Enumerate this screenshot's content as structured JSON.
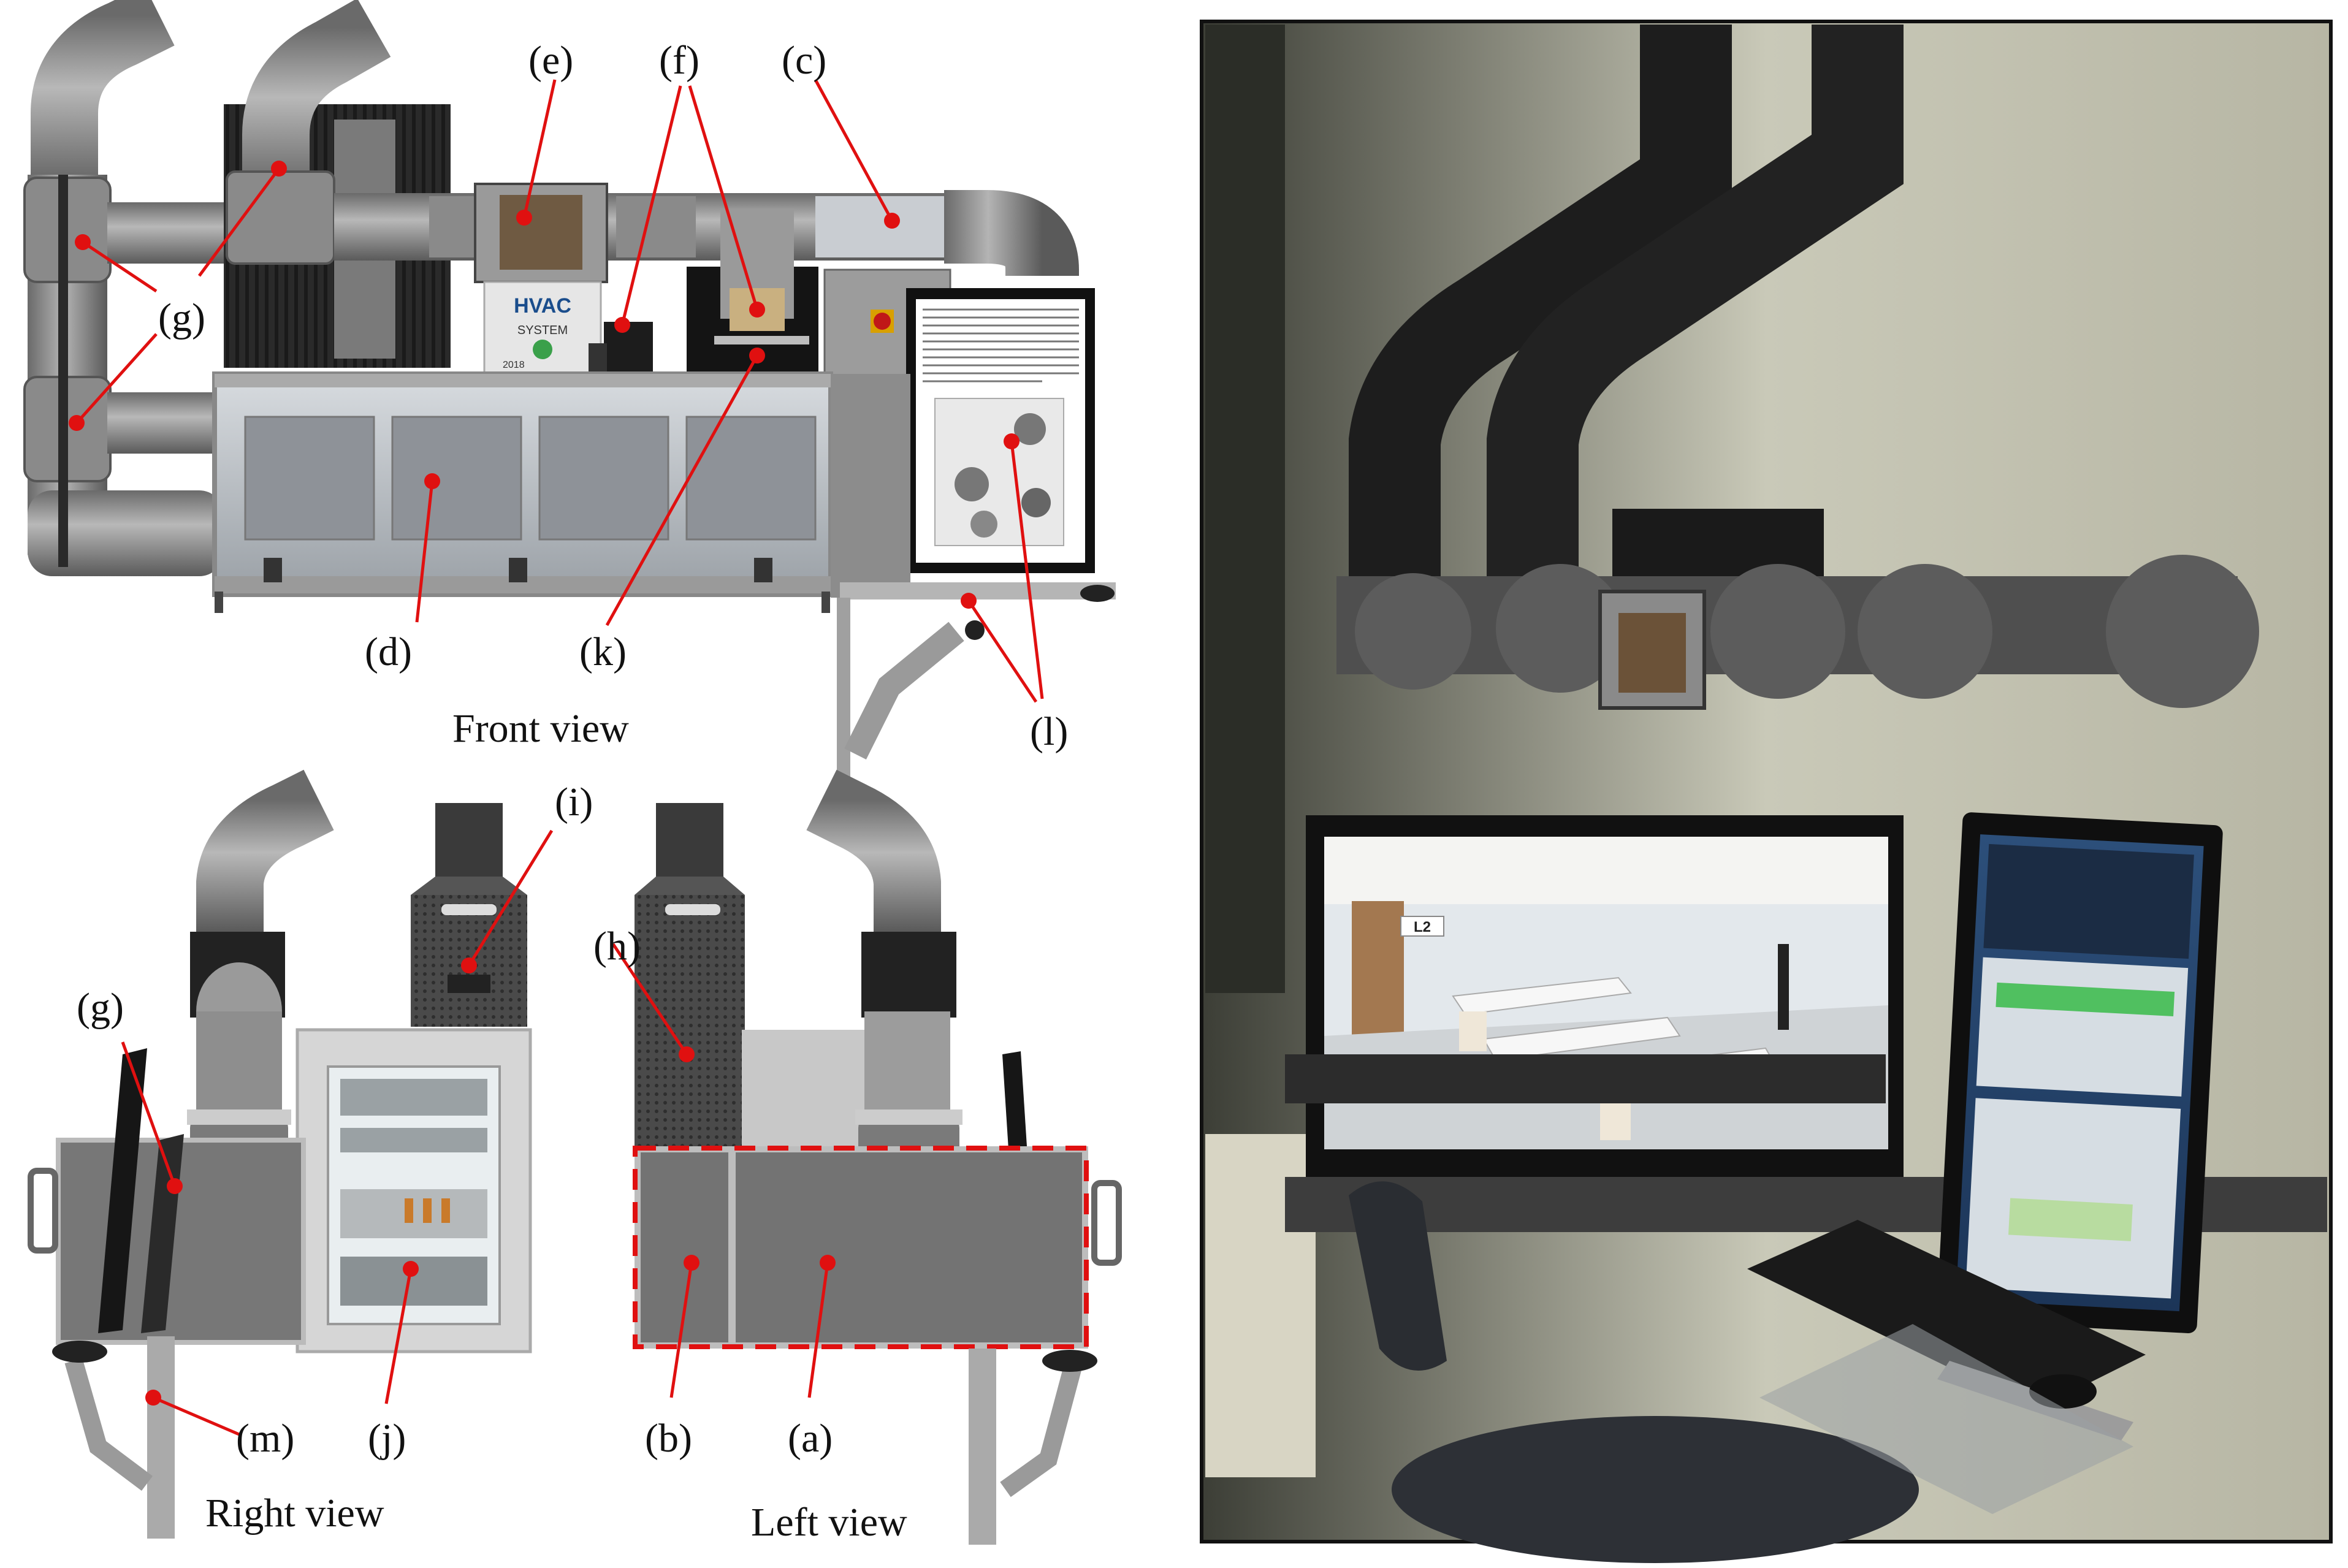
{
  "views": {
    "front": "Front view",
    "right": "Right view",
    "left": "Left view"
  },
  "labels": {
    "a": "(a)",
    "b": "(b)",
    "c": "(c)",
    "d": "(d)",
    "e": "(e)",
    "f": "(f)",
    "g": "(g)",
    "h": "(h)",
    "i": "(i)",
    "j": "(j)",
    "k": "(k)",
    "l": "(l)",
    "m": "(m)"
  },
  "logo": {
    "line1": "HVAC",
    "line2": "SYSTEM",
    "year": "2018"
  },
  "photo": {
    "room_tag": "L2"
  },
  "colors": {
    "leader": "#e01010",
    "frame": "#111111"
  }
}
